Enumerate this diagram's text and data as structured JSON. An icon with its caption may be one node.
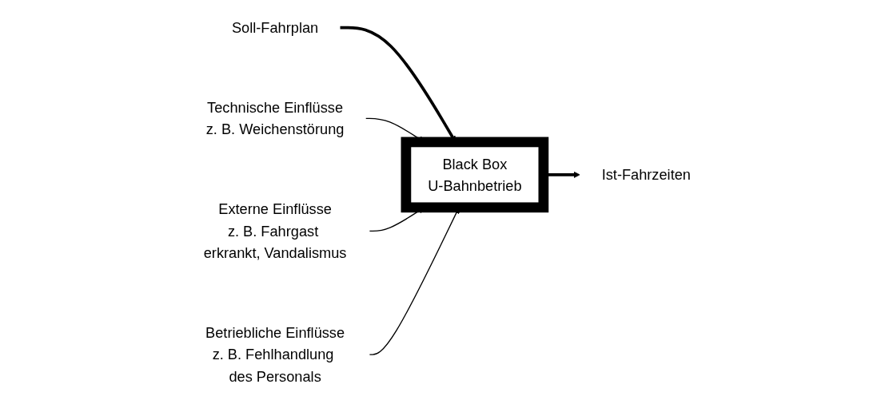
{
  "diagram": {
    "nodes": [
      {
        "text": [
          "Soll-Fahrplan"
        ]
      },
      {
        "text": [
          "Black Box",
          "U-Bahnbetrieb"
        ]
      },
      {
        "text": [
          "Ist-Fahrzeiten"
        ]
      },
      {
        "text": [
          "Technische Einflüsse",
          "z. B. Weichenstörung"
        ]
      },
      {
        "text": [
          "Externe Einflüsse",
          "z. B. Fahrgast erkrankt, Vandalismus"
        ]
      },
      {
        "text": [
          "Betriebliche Einflüsse",
          "z. B. Fehlhandlung des Personals"
        ]
      }
    ],
    "edges": [
      {
        "from": 0,
        "to": 1,
        "arrow": "to",
        "style": "thick"
      },
      {
        "from": 1,
        "to": 2,
        "arrow": "to",
        "style": "thick"
      },
      {
        "from": 3,
        "to": 1,
        "arrow": "to"
      },
      {
        "from": 4,
        "to": 1,
        "arrow": "to"
      },
      {
        "from": 5,
        "to": 1,
        "arrow": "to"
      }
    ]
  }
}
